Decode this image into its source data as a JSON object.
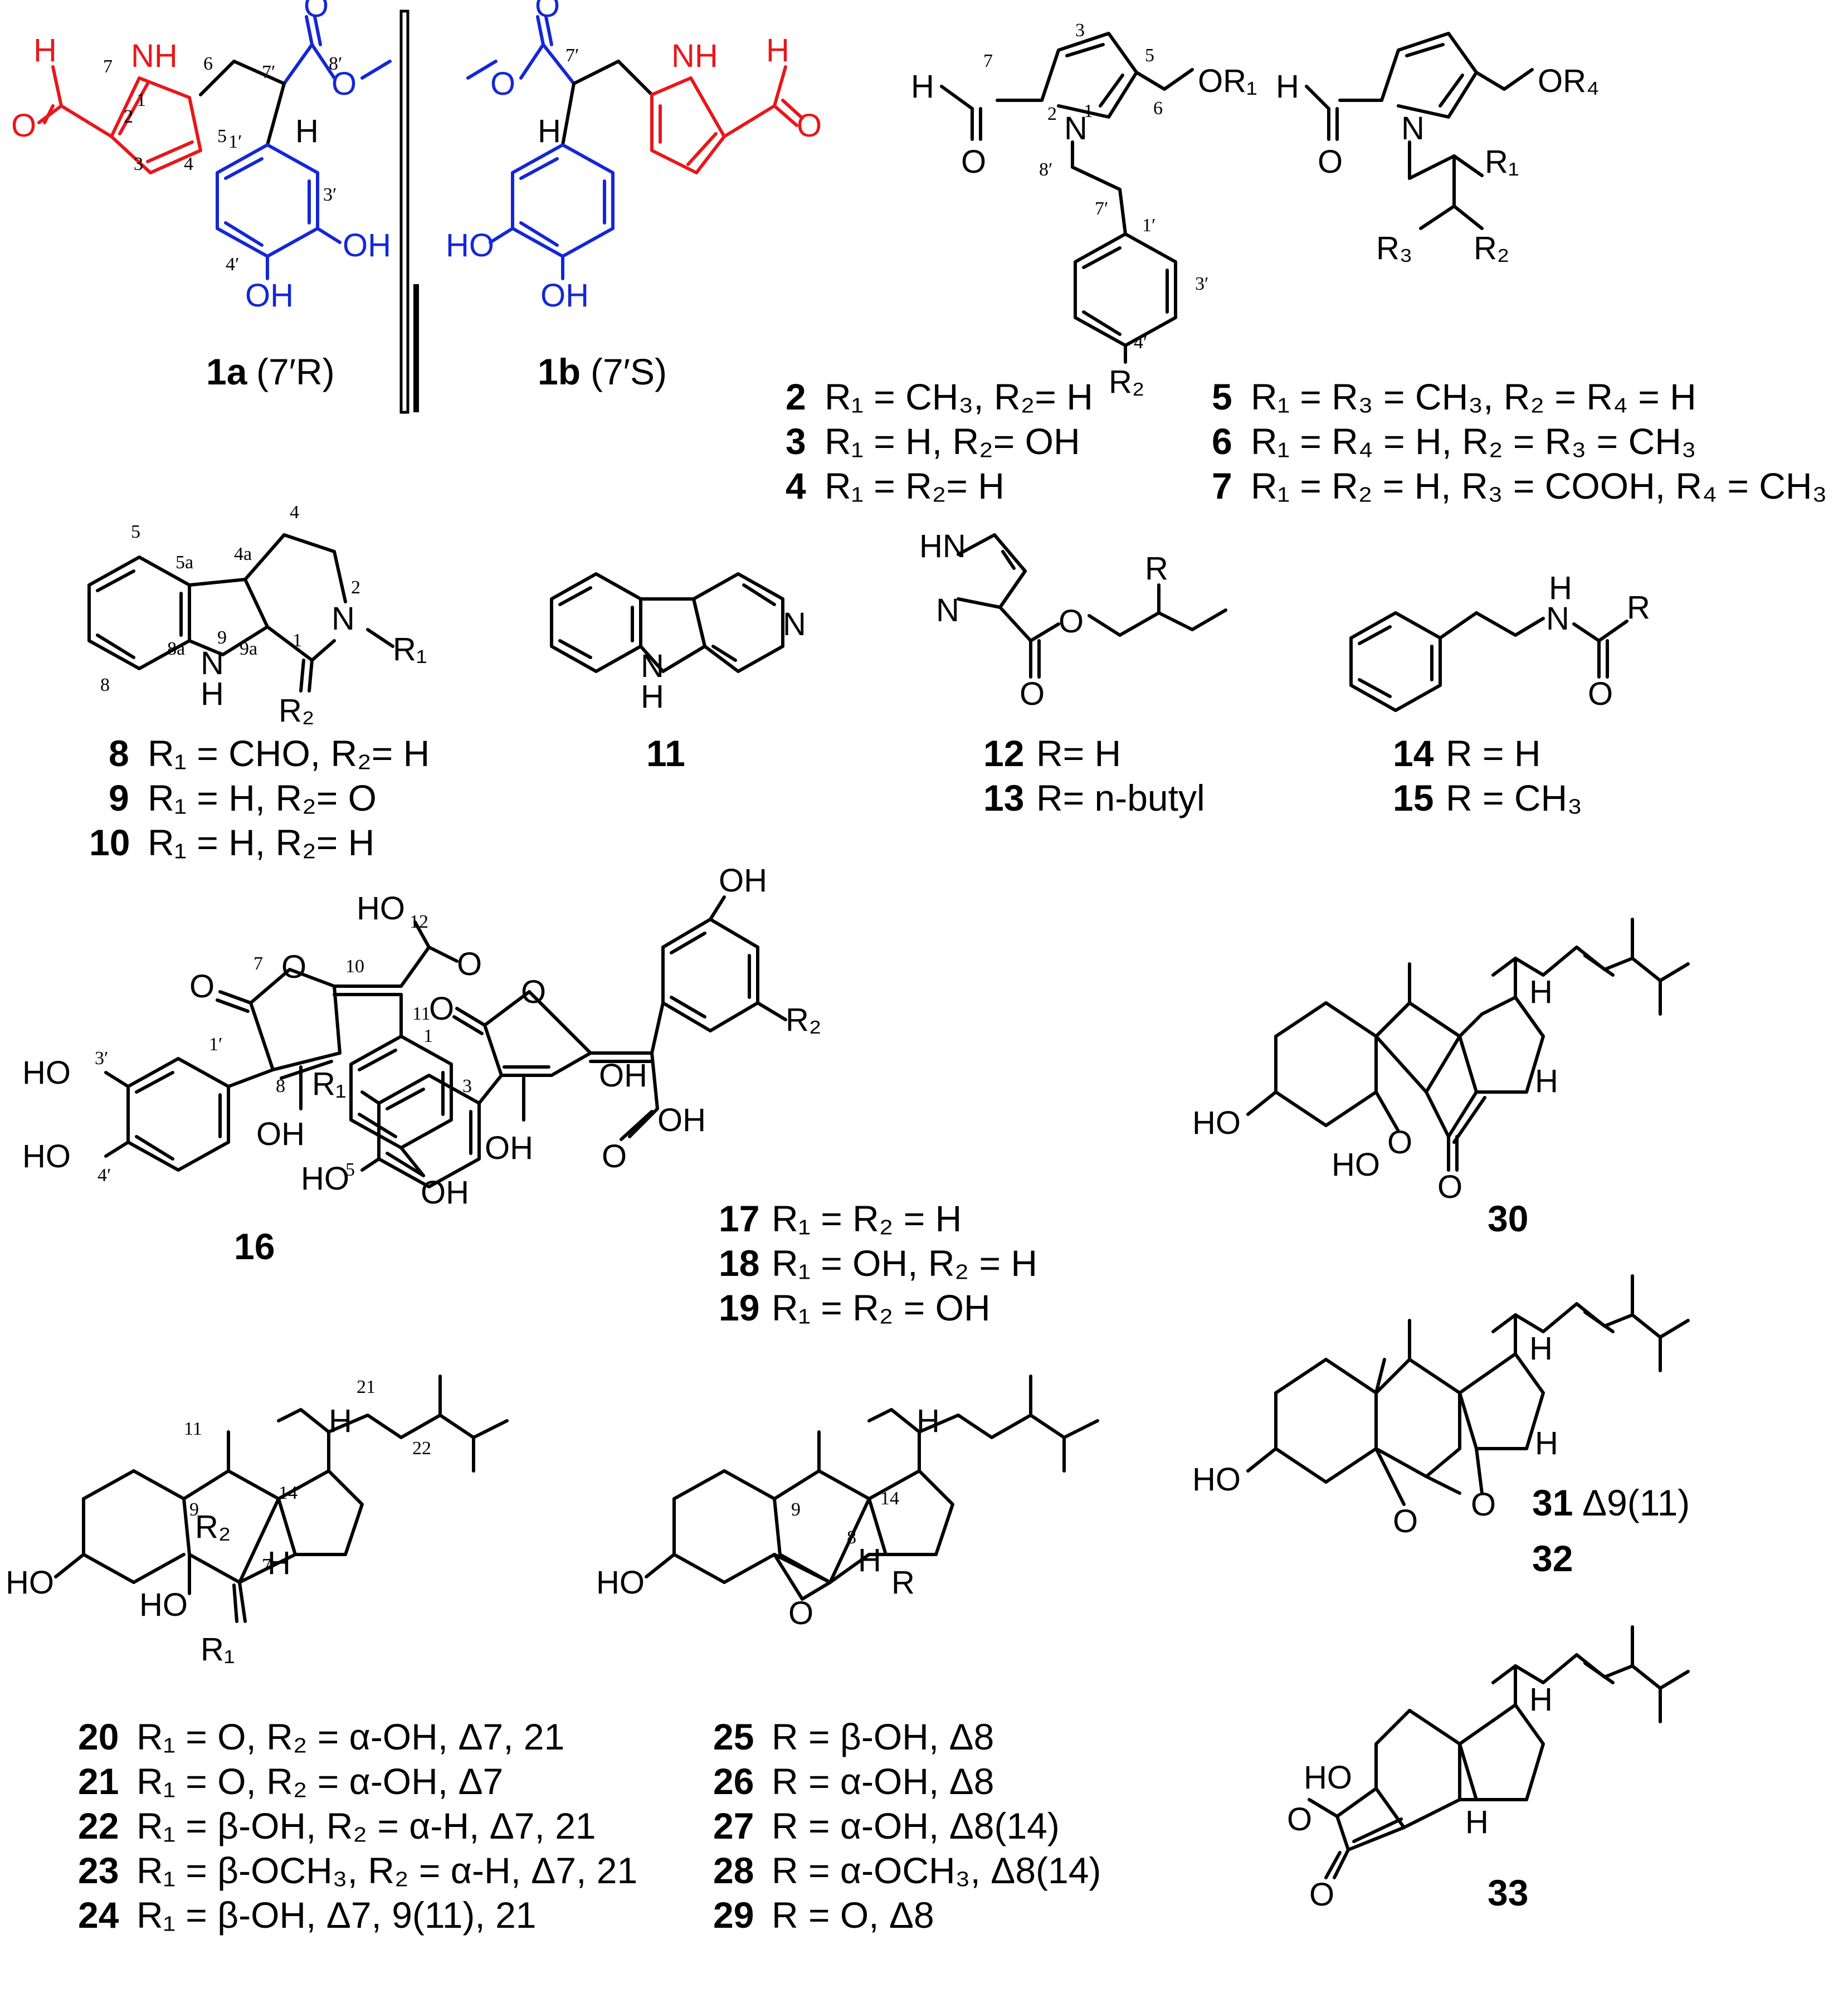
{
  "colors": {
    "red": "#e8171b",
    "blue": "#1427d6",
    "black": "#000000"
  },
  "c1a": {
    "id": "1a",
    "config": "(7′R)"
  },
  "c1b": {
    "id": "1b",
    "config": "(7′S)"
  },
  "row1": [
    {
      "id": "2",
      "text": "R₁ = CH₃, R₂= H"
    },
    {
      "id": "3",
      "text": "R₁ = H, R₂= OH"
    },
    {
      "id": "4",
      "text": "R₁ = R₂= H"
    },
    {
      "id": "5",
      "text": "R₁ = R₃ = CH₃, R₂ = R₄ = H"
    },
    {
      "id": "6",
      "text": "R₁ = R₄ = H, R₂ = R₃ = CH₃"
    },
    {
      "id": "7",
      "text": "R₁ = R₂ = H, R₃ = COOH, R₄ = CH₃"
    }
  ],
  "row2": [
    {
      "id": "8",
      "text": "R₁ = CHO, R₂= H"
    },
    {
      "id": "9",
      "text": "R₁ = H, R₂= O"
    },
    {
      "id": "10",
      "text": "R₁ = H, R₂= H"
    },
    {
      "id": "11",
      "text": ""
    },
    {
      "id": "12",
      "text": "R= H"
    },
    {
      "id": "13",
      "text": "R= n-butyl"
    },
    {
      "id": "14",
      "text": "R = H"
    },
    {
      "id": "15",
      "text": "R = CH₃"
    }
  ],
  "row3": [
    {
      "id": "16",
      "text": ""
    },
    {
      "id": "17",
      "text": "R₁ = R₂ = H"
    },
    {
      "id": "18",
      "text": "R₁ = OH, R₂ = H"
    },
    {
      "id": "19",
      "text": "R₁ = R₂ = OH"
    },
    {
      "id": "30",
      "text": ""
    }
  ],
  "row4": [
    {
      "id": "20",
      "text": "R₁ = O, R₂ = α-OH, Δ7, 21"
    },
    {
      "id": "21",
      "text": "R₁ = O,  R₂ = α-OH, Δ7"
    },
    {
      "id": "22",
      "text": "R₁ = β-OH, R₂ = α-H, Δ7, 21"
    },
    {
      "id": "23",
      "text": "R₁ = β-OCH₃,  R₂ = α-H, Δ7, 21"
    },
    {
      "id": "24",
      "text": "R₁ = β-OH, Δ7, 9(11), 21"
    },
    {
      "id": "25",
      "text": "R = β-OH, Δ8"
    },
    {
      "id": "26",
      "text": "R = α-OH, Δ8"
    },
    {
      "id": "27",
      "text": "R = α-OH, Δ8(14)"
    },
    {
      "id": "28",
      "text": "R = α-OCH₃, Δ8(14)"
    },
    {
      "id": "29",
      "text": "R = O, Δ8"
    },
    {
      "id": "31",
      "text": "Δ9(11)"
    },
    {
      "id": "32",
      "text": ""
    },
    {
      "id": "33",
      "text": ""
    }
  ],
  "atoms": {
    "H": "H",
    "O": "O",
    "N": "N",
    "NH": "NH",
    "HN": "HN",
    "OH": "OH",
    "HO": "HO",
    "OR1": "OR₁",
    "OR4": "OR₄",
    "R": "R",
    "R1": "R₁",
    "R2": "R₂",
    "R3": "R₃"
  }
}
